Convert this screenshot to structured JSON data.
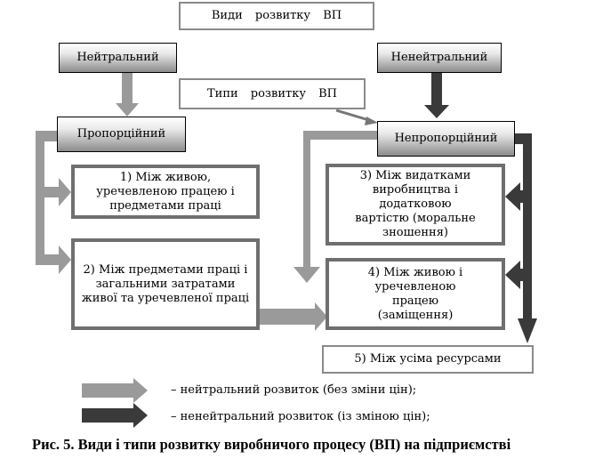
{
  "boxes": {
    "kinds": "Види розвитку ВП",
    "neutral": "Нейтральний",
    "nonneutral": "Ненейтральний",
    "types": "Типи розвитку ВП",
    "proportional": "Пропорційний",
    "nonproportional": "Непропорційний",
    "box1": "1) Між живою, уречевленою працею і предметами праці",
    "box2": "2) Між предметами праці і загальними затратами живої та уречевленої праці",
    "box3": "3) Між видатками виробництва і додатковою вартістю (моральне зношення)",
    "box4": "4) Між живою і уречевленою працею (заміщення)",
    "box5": "5) Між усіма ресурсами"
  },
  "legend": {
    "neutral": "– нейтральний розвиток (без зміни цін);",
    "nonneutral": "– ненейтральний розвиток (із зміною цін);"
  },
  "caption": "Рис. 5. Види і типи розвитку виробничого процесу (ВП) на підприємстві",
  "colors": {
    "neutral_arrow": "#9a9a9a",
    "nonneutral_arrow": "#3a3a3a"
  }
}
